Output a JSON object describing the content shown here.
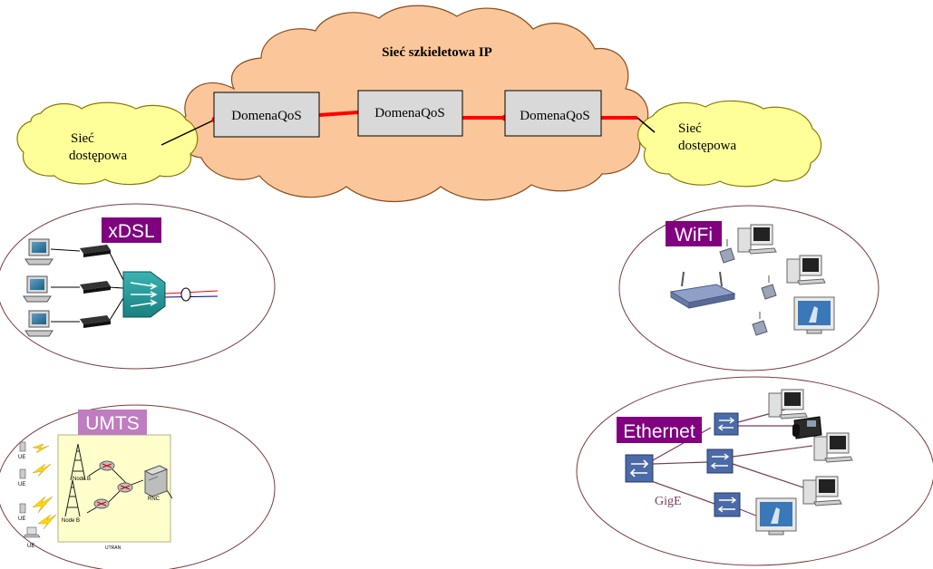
{
  "backbone": {
    "title": "Sieć szkieletowa IP",
    "cloud_color": "#FBC79A"
  },
  "domains": [
    {
      "label": "DomenaQoS"
    },
    {
      "label": "DomenaQoS"
    },
    {
      "label": "DomenaQoS"
    }
  ],
  "access_left": {
    "line1": "Sieć",
    "line2": "dostępowa"
  },
  "access_right": {
    "line1": "Sieć",
    "line2": "dostępowa"
  },
  "access_cloud_color": "#FFFF99",
  "link_color": "#FF0000",
  "tech": {
    "xdsl": {
      "label": "xDSL",
      "color": "#800080"
    },
    "wifi": {
      "label": "WiFi",
      "color": "#800080"
    },
    "umts": {
      "label": "UMTS",
      "color": "#C07CC0"
    },
    "ethernet": {
      "label": "Ethernet",
      "color": "#800080"
    }
  },
  "umts_detail": {
    "ue": "UE",
    "node_b": "Node B",
    "rnc": "RNC",
    "utran": "UTRAN"
  },
  "ethernet_detail": {
    "gige": "GigE"
  }
}
